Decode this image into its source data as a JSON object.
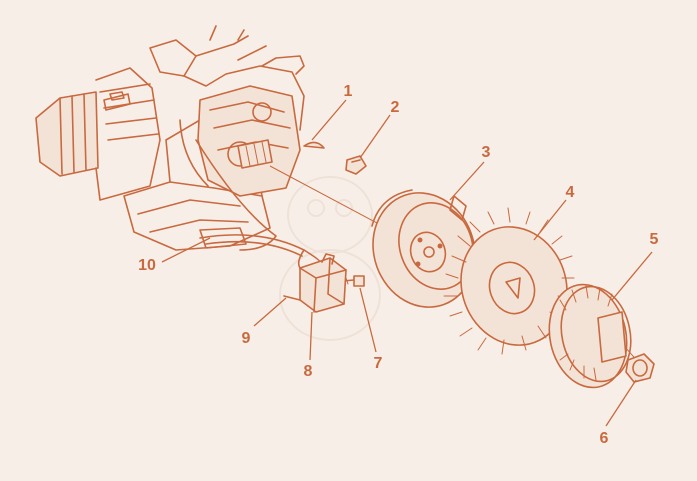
{
  "callouts": [
    {
      "id": "c1",
      "label": "1"
    },
    {
      "id": "c2",
      "label": "2"
    },
    {
      "id": "c3",
      "label": "3"
    },
    {
      "id": "c4",
      "label": "4"
    },
    {
      "id": "c5",
      "label": "5"
    },
    {
      "id": "c6",
      "label": "6"
    },
    {
      "id": "c7",
      "label": "7"
    },
    {
      "id": "c8",
      "label": "8"
    },
    {
      "id": "c9",
      "label": "9"
    },
    {
      "id": "c10",
      "label": "10"
    }
  ],
  "colors": {
    "ink": "#c9693f",
    "background": "#f7efe7"
  }
}
